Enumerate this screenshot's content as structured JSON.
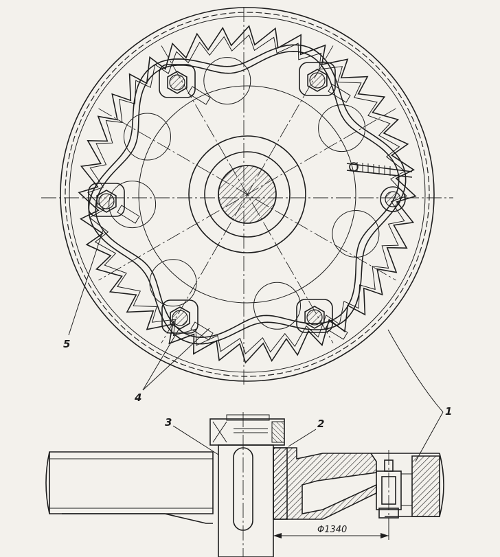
{
  "figure": {
    "callouts": {
      "part_1": "1",
      "part_2": "2",
      "part_3": "3",
      "part_4": "4",
      "part_5": "5"
    },
    "dimension": "Φ1340"
  },
  "colors": {
    "ink": "#1e1e1e",
    "paper": "#f3f1ec",
    "hatch": "#2a2a2a"
  }
}
